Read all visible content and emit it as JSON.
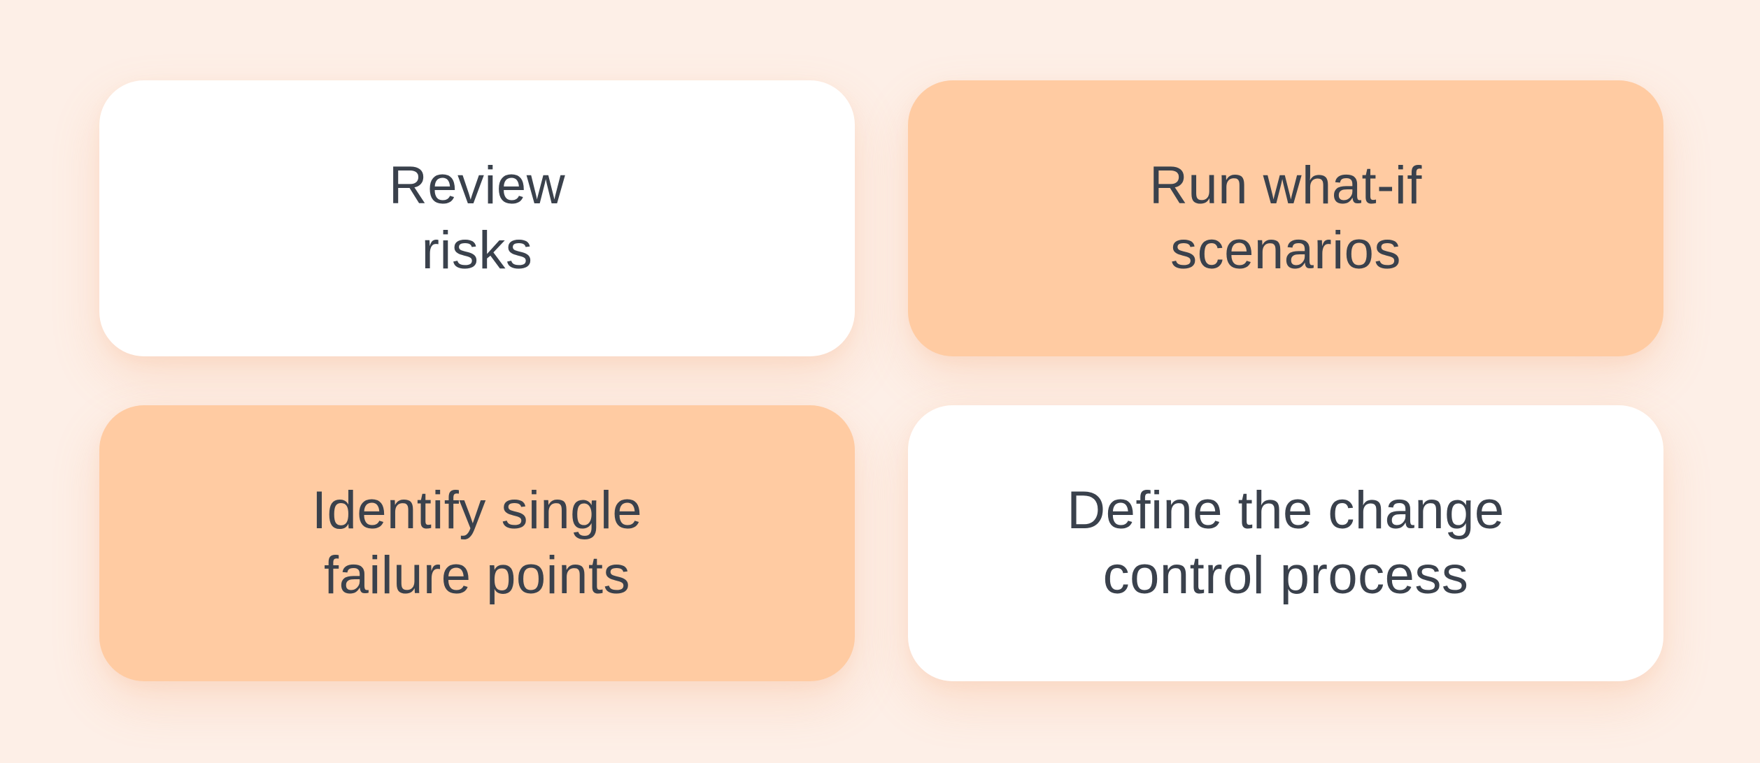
{
  "colors": {
    "background": "#FDEFE7",
    "card_accent": "#FFCBA2",
    "card_plain": "#FFFFFF",
    "text": "#3A414C"
  },
  "cards": [
    {
      "id": "review-risks",
      "variant": "plain",
      "lines": [
        "Review",
        "risks"
      ]
    },
    {
      "id": "run-what-if-scenarios",
      "variant": "accent",
      "lines": [
        "Run what-if",
        "scenarios"
      ]
    },
    {
      "id": "identify-single-failure-points",
      "variant": "accent",
      "lines": [
        "Identify single",
        "failure points"
      ]
    },
    {
      "id": "define-change-control-process",
      "variant": "plain",
      "lines": [
        "Define the change",
        "control process"
      ]
    }
  ]
}
